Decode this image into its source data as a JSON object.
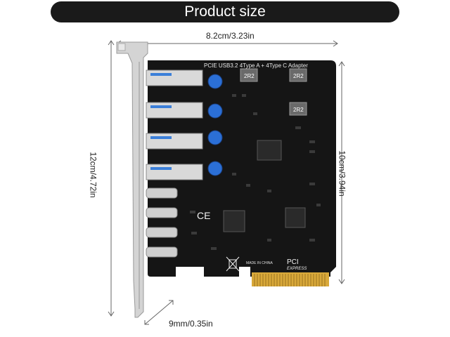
{
  "title": "Product size",
  "dimensions": {
    "width": "8.2cm/3.23in",
    "height_total": "12cm/4.72in",
    "height_board": "10cm/3.94in",
    "thickness": "9mm/0.35in"
  },
  "board": {
    "silkscreen": "PCIE USB3.2 4Type A + 4Type C Adapter",
    "ce_mark": "CE",
    "pci_logo": "PCI",
    "pci_logo_sub": "EXPRESS",
    "made_in": "MADE IN CHINA",
    "caps": [
      "2R2",
      "2R2",
      "2R2"
    ]
  },
  "colors": {
    "pcb": "#151515",
    "bracket": "#d4d4d4",
    "gold": "#d9a93a",
    "capacitor": "#2b6fd6",
    "banner": "#1a1a1a"
  }
}
